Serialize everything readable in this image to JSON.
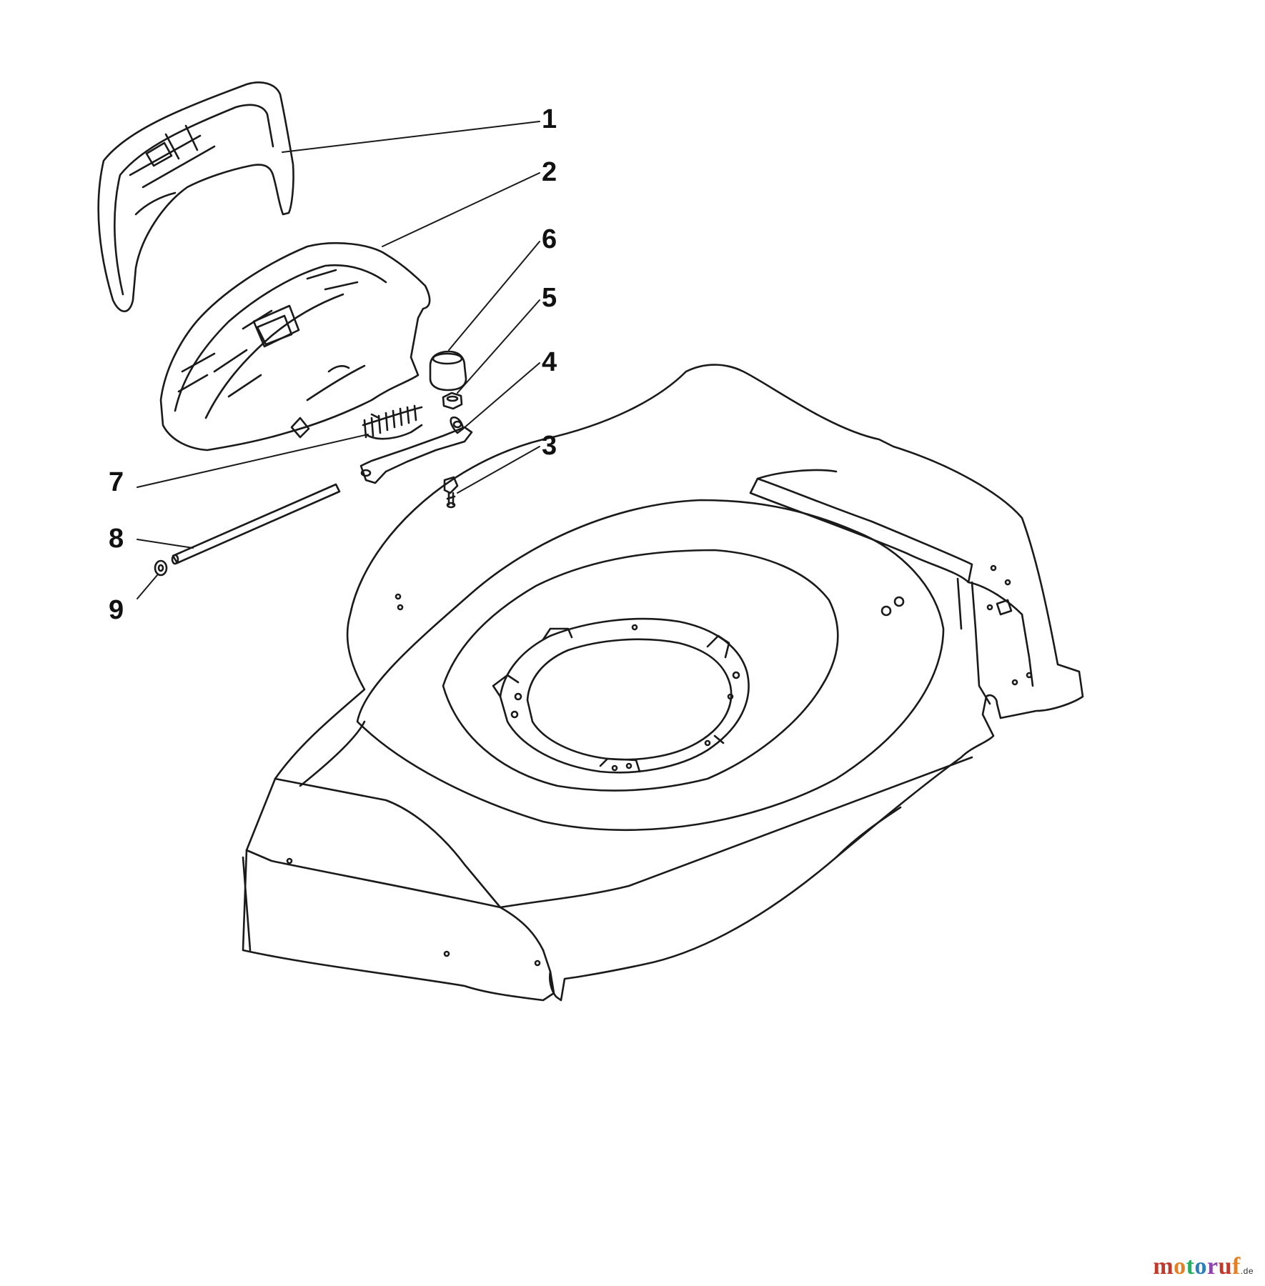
{
  "callouts": {
    "c1": "1",
    "c2": "2",
    "c3": "3",
    "c4": "4",
    "c5": "5",
    "c6": "6",
    "c7": "7",
    "c8": "8",
    "c9": "9"
  },
  "watermark": {
    "text": "motoruf",
    "suffix": ".de",
    "colors": [
      "#c0392b",
      "#e67e22",
      "#27ae60",
      "#2980b9",
      "#8e44ad",
      "#c0392b",
      "#e67e22"
    ]
  },
  "parts": [
    {
      "name": "upper-cover-icon"
    },
    {
      "name": "rear-flap-icon"
    },
    {
      "name": "screw-icon"
    },
    {
      "name": "bracket-icon"
    },
    {
      "name": "nut-icon"
    },
    {
      "name": "cap-icon"
    },
    {
      "name": "spring-icon"
    },
    {
      "name": "rod-icon"
    },
    {
      "name": "washer-icon"
    },
    {
      "name": "mower-deck-icon"
    }
  ]
}
